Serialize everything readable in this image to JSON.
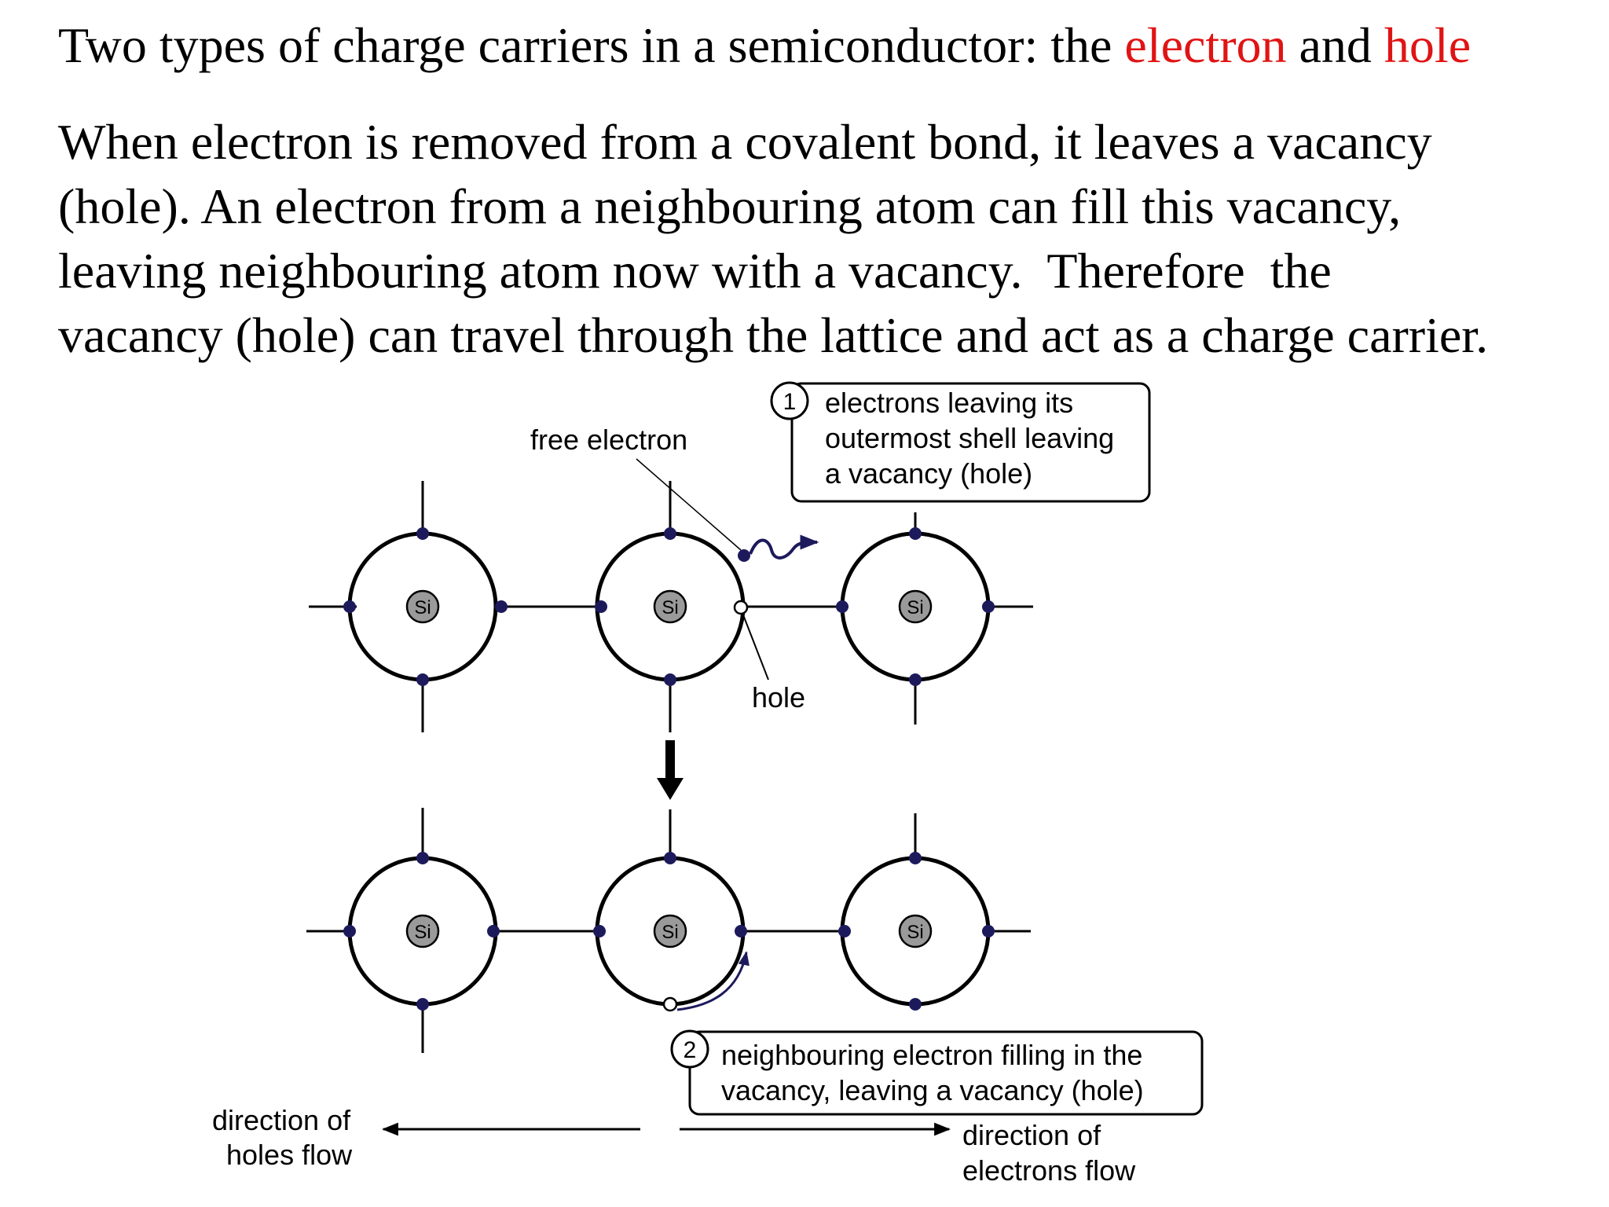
{
  "heading": {
    "prefix": "Two types of charge carriers in a semiconductor: the ",
    "term1": "electron",
    "conjunction": " and ",
    "term2": "hole",
    "accent_color": "#e01414"
  },
  "paragraph": {
    "lines": [
      "When electron is removed from a covalent bond, it leaves a vacancy",
      "(hole). An electron from a neighbouring atom can fill this vacancy,",
      "leaving neighbouring atom now with a vacancy.  Therefore  the",
      "vacancy (hole) can travel through the lattice and act as a charge carrier."
    ]
  },
  "diagram": {
    "atom_label": "Si",
    "label_free_electron": "free electron",
    "label_hole": "hole",
    "callout1": {
      "number": "1",
      "lines": [
        "electrons leaving its",
        "outermost shell leaving",
        "a vacancy (hole)"
      ]
    },
    "callout2": {
      "number": "2",
      "lines": [
        "neighbouring electron filling in the",
        "vacancy, leaving a vacancy (hole)"
      ]
    },
    "holes_flow": [
      "direction of",
      "holes flow"
    ],
    "electrons_flow": [
      "direction of",
      "electrons flow"
    ],
    "electron_color": "#1d1a5c"
  }
}
